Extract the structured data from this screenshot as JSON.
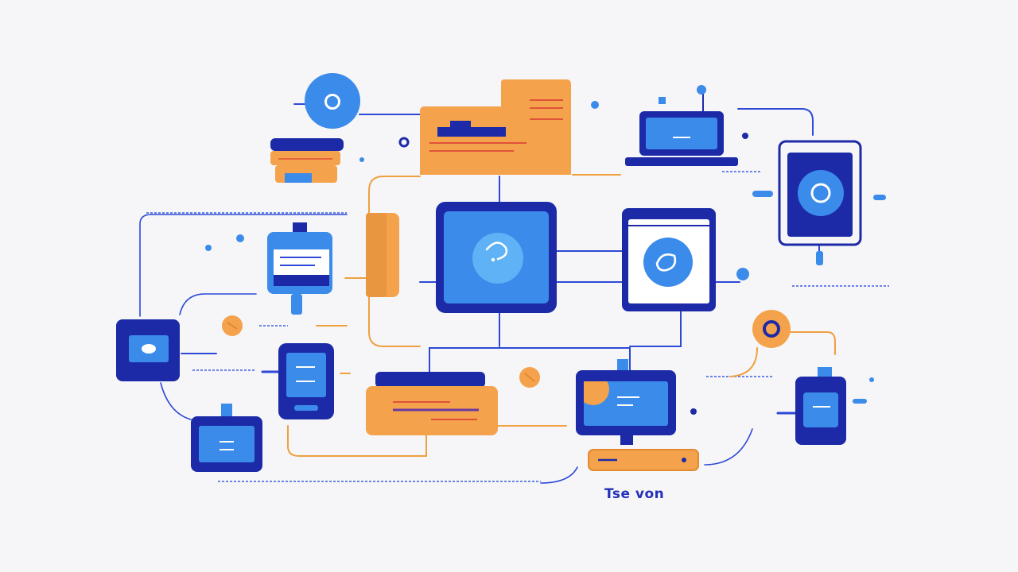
{
  "caption": "Tse von",
  "colors": {
    "background": "#f6f6f8",
    "navy": "#1c2aa8",
    "blue": "#3b8beb",
    "light_blue": "#5aa9f2",
    "orange": "#f4a24b",
    "orange_dark": "#e38a33",
    "line_blue": "#2d49d6",
    "line_orange": "#f0a040",
    "white": "#ffffff"
  },
  "nodes": [
    "globe-node",
    "document-folder-node",
    "laptop-node",
    "tablet-node",
    "stacked-cards-node",
    "document-tab-node",
    "central-monitor-node",
    "browser-window-node",
    "usb-device-node",
    "small-screen-node",
    "phone-node",
    "small-display-node",
    "orange-panel-node",
    "desktop-monitor-node",
    "router-node",
    "power-device-node",
    "coin-node",
    "ring-node"
  ]
}
